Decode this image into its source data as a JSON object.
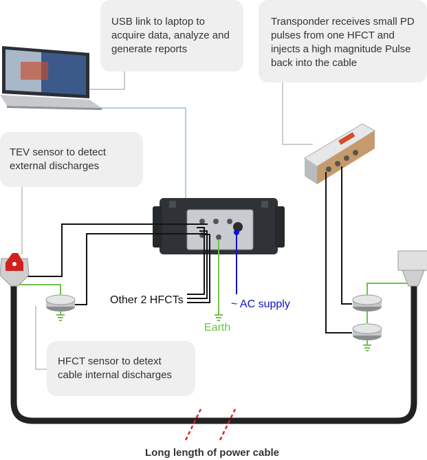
{
  "callouts": {
    "usb": "USB link to laptop to acquire data, analyze and generate reports",
    "transponder": "Transponder receives small PD pulses from one HFCT and injects a high magnitude Pulse back into the cable",
    "tev": "TEV sensor to detect external discharges",
    "hfct": "HFCT sensor to detext cable internal discharges"
  },
  "labels": {
    "other_hfcts": "Other 2 HFCTs",
    "ac_supply": "~ AC supply",
    "earth": "Earth",
    "cable": "Long length of power cable"
  },
  "colors": {
    "earth_green": "#6cc24a",
    "ac_blue": "#1010c8",
    "cable": "#222222",
    "callout_bg": "#efefef",
    "usb_line": "#8fc1dc"
  }
}
